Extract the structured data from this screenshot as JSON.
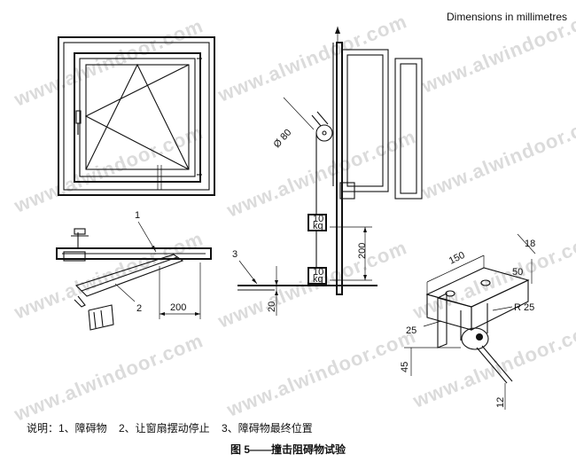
{
  "units_note": "Dimensions in millimetres",
  "legend": "说明：1、障碍物    2、让窗扇摆动停止    3、障碍物最终位置",
  "caption": "图 5——撞击阻碍物试验",
  "watermark": "www.alwindoor.com",
  "callouts": {
    "c1": "1",
    "c2": "2",
    "c3": "3"
  },
  "weights": {
    "upper_line1": "10",
    "upper_line2": "kg",
    "lower_line1": "10",
    "lower_line2": "kg"
  },
  "dimensions": {
    "swing_200": "200",
    "drop_200": "200",
    "floor_20": "20",
    "pulley_dia": "Ø 80",
    "block_150": "150",
    "block_18": "18",
    "block_50": "50",
    "block_r25": "R 25",
    "block_25": "25",
    "block_45": "45",
    "block_12": "12"
  }
}
